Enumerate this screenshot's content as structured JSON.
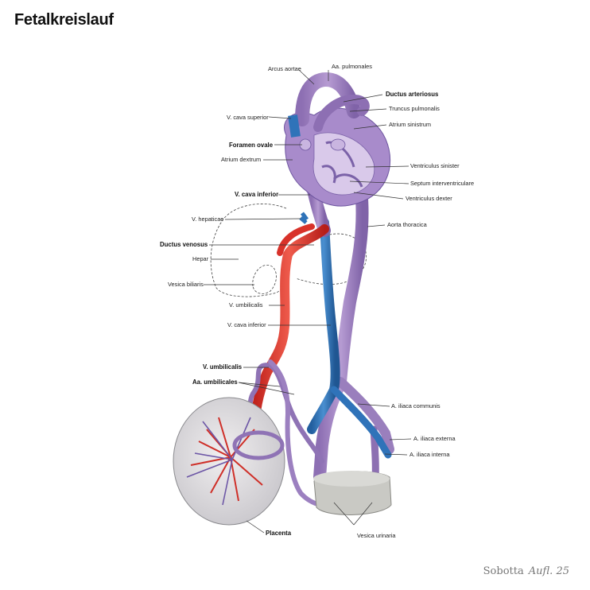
{
  "title": "Fetalkreislauf",
  "labels": {
    "arcus_aortae": "Arcus aortae",
    "aa_pulmonales": "Aa. pulmonales",
    "ductus_arteriosus": "Ductus arteriosus",
    "truncus_pulmonalis": "Truncus pulmonalis",
    "v_cava_superior": "V. cava superior",
    "atrium_sinistrum": "Atrium sinistrum",
    "foramen_ovale": "Foramen ovale",
    "atrium_dextrum": "Atrium dextrum",
    "ventriculus_sinister": "Ventriculus sinister",
    "septum_interventriculare": "Septum interventriculare",
    "ventriculus_dexter": "Ventriculus dexter",
    "v_cava_inferior_bold": "V. cava inferior",
    "v_hepaticae": "V. hepaticae",
    "aorta_thoracica": "Aorta thoracica",
    "ductus_venosus": "Ductus venosus",
    "hepar": "Hepar",
    "vesica_biliaris": "Vesica biliaris",
    "v_umbilicalis": "V. umbilicalis",
    "v_cava_inferior": "V. cava inferior",
    "v_umbilicalis_bold": "V. umbilicalis",
    "aa_umbilicales": "Aa. umbilicales",
    "a_iliaca_communis": "A. iliaca communis",
    "a_iliaca_externa": "A. iliaca externa",
    "a_iliaca_interna": "A. iliaca interna",
    "placenta": "Placenta",
    "vesica_urinaria": "Vesica urinaria"
  },
  "footer": {
    "brand": "Sobotta",
    "edition": "Aufl. 25"
  },
  "colors": {
    "oxygenated": "#d8322a",
    "deoxygenated": "#2f73b9",
    "mixed": "#9a7fbd",
    "mixed_dark": "#7d5fa8"
  }
}
